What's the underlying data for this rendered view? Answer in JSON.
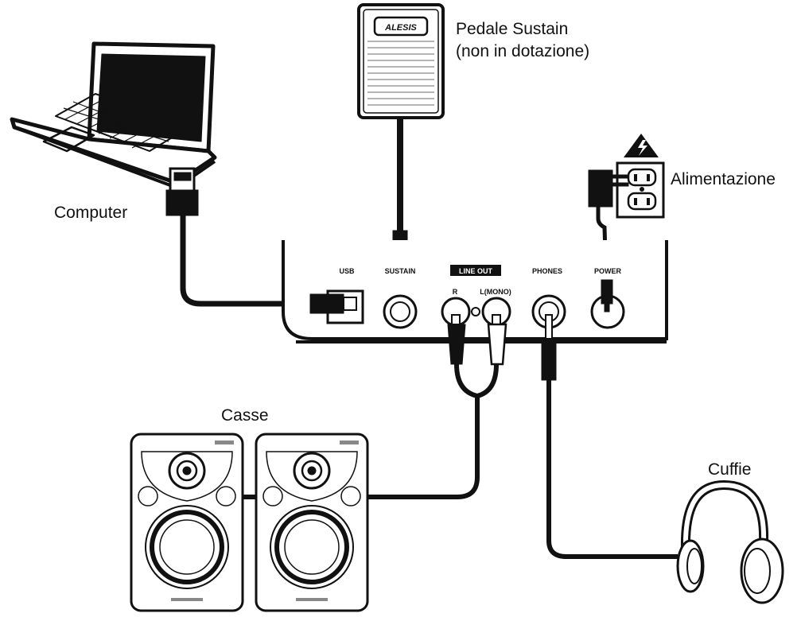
{
  "labels": {
    "pedal_line1": "Pedale Sustain",
    "pedal_line2": "(non in dotazione)",
    "computer": "Computer",
    "power": "Alimentazione",
    "speakers": "Casse",
    "headphones": "Cuffie"
  },
  "panel": {
    "usb": "USB",
    "sustain": "SUSTAIN",
    "line_out": "LINE OUT",
    "right": "R",
    "left_mono": "L(MONO)",
    "phones": "PHONES",
    "power": "POWER"
  },
  "pedal_brand": "ALESIS",
  "colors": {
    "ink": "#111111",
    "paper": "#ffffff"
  }
}
